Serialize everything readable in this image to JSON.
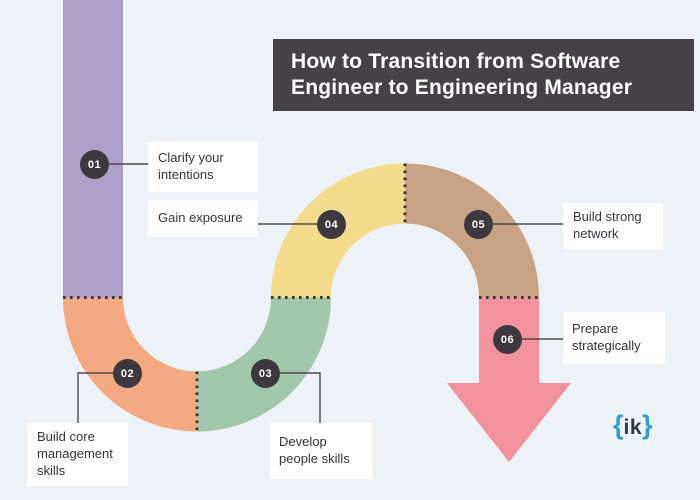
{
  "title": {
    "text": "How to Transition from Software\nEngineer to Engineering Manager"
  },
  "steps": [
    {
      "number": "01",
      "label": "Clarify your\nintentions",
      "color": "#ada1c9"
    },
    {
      "number": "02",
      "label": "Build core\nmanagement\nskills",
      "color": "#f3a982"
    },
    {
      "number": "03",
      "label": "Develop\npeople skills",
      "color": "#a3c7ac"
    },
    {
      "number": "04",
      "label": "Gain exposure",
      "color": "#f3dc8d"
    },
    {
      "number": "05",
      "label": "Build strong\nnetwork",
      "color": "#c8a284"
    },
    {
      "number": "06",
      "label": "Prepare\nstrategically",
      "color": "#f2929f"
    }
  ],
  "logo": {
    "open_brace": "{",
    "text": "ik",
    "close_brace": "}",
    "brace_color": "#2d9fd8",
    "text_color": "#2c3947"
  },
  "colors": {
    "background": "#edf2f6",
    "title_banner": "#454147",
    "step_circle": "#3c383e",
    "divider_dots": "#39353b",
    "connector_line": "#4a4a4a",
    "label_box": "#ffffff"
  }
}
